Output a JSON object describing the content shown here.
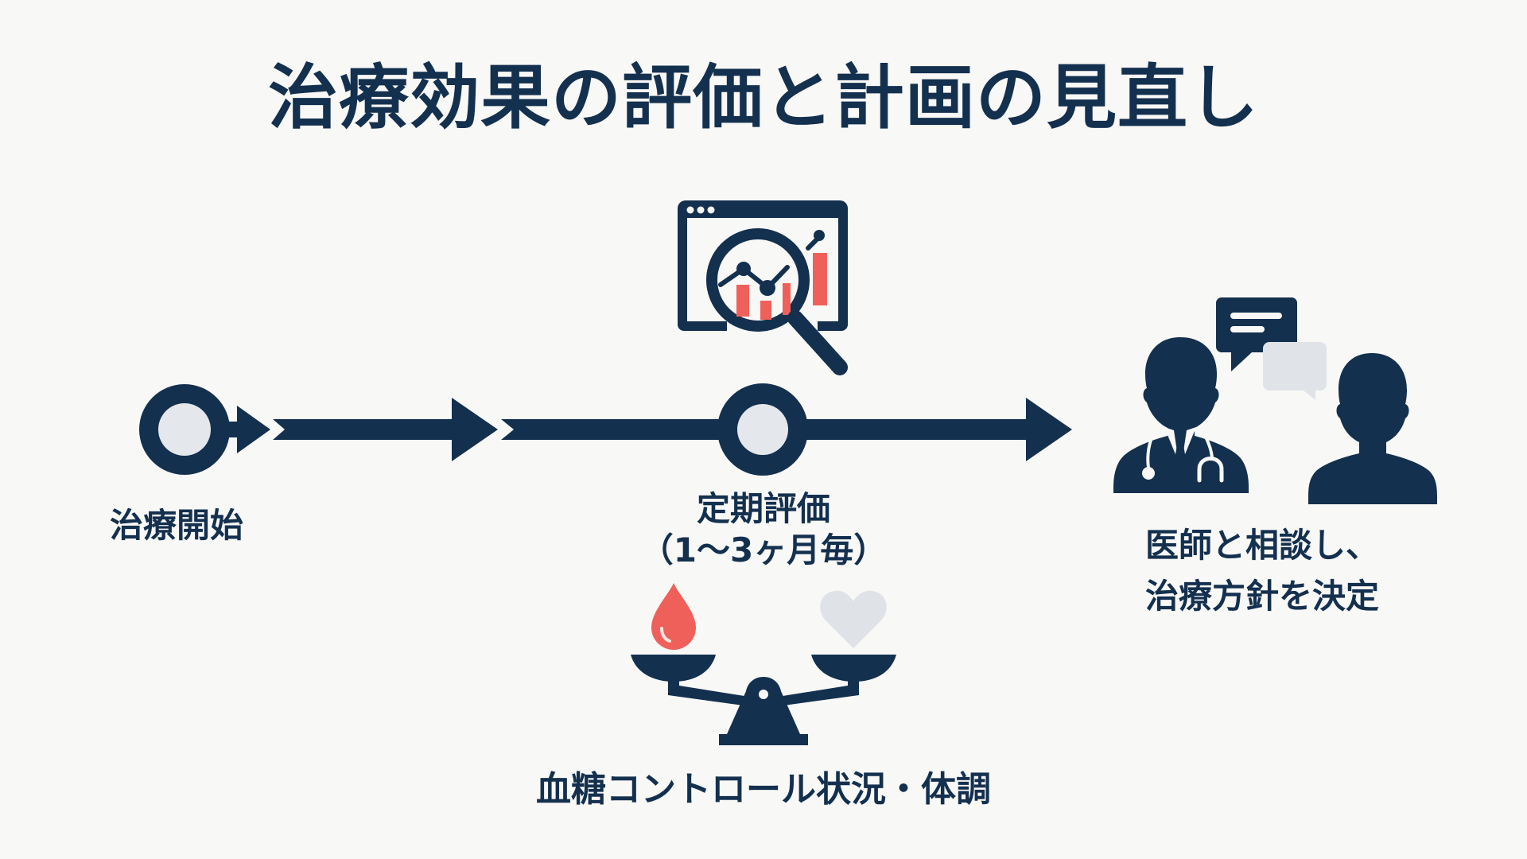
{
  "title": "治療効果の評価と計画の見直し",
  "steps": {
    "start": {
      "label": "治療開始"
    },
    "evaluation": {
      "label_line1": "定期評価",
      "label_line2": "（1〜3ヶ月毎）"
    },
    "decision": {
      "label_line1": "医師と相談し、",
      "label_line2": "治療方針を決定"
    }
  },
  "monitoring": {
    "label": "血糖コントロール状況・体調"
  },
  "icons": {
    "evaluation_icon": "magnifier-over-chart-window-icon",
    "decision_icon": "doctor-patient-conversation-icon",
    "monitoring_icon": "scale-blood-drop-heart-icon",
    "timeline_nodes": "ring-node-icon"
  },
  "colors": {
    "primary": "#14304f",
    "accent_red": "#f0605a",
    "light_grey": "#e4e7eb",
    "background": "#f8f8f6"
  }
}
